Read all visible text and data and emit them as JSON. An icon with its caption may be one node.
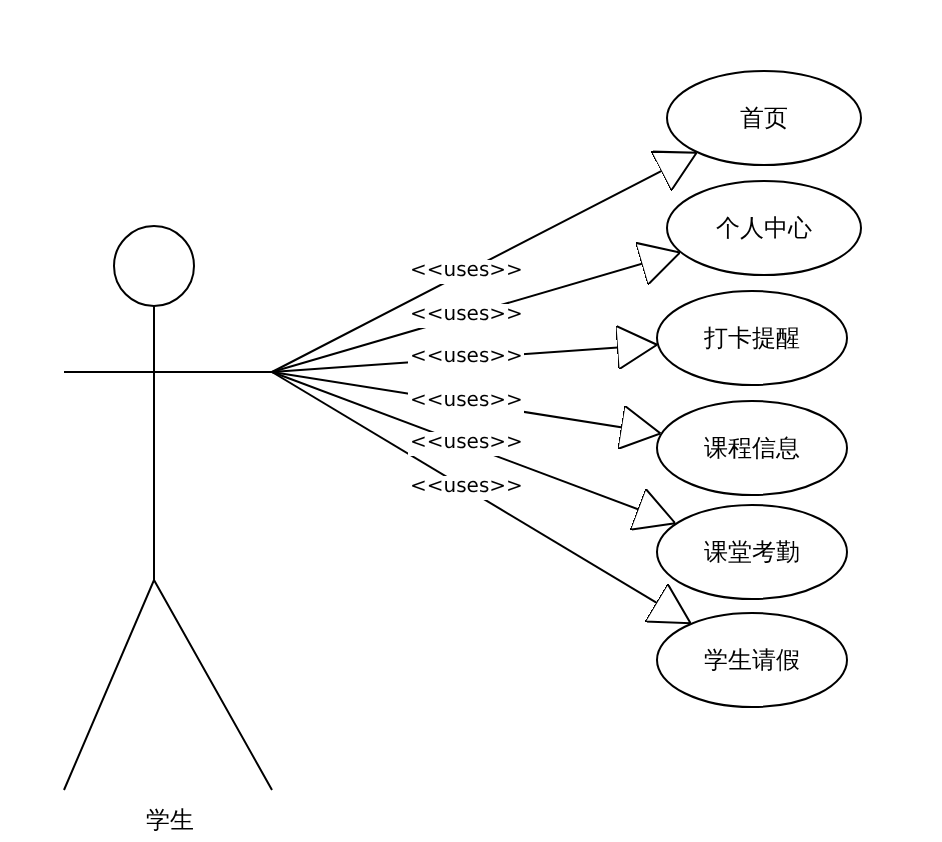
{
  "diagram": {
    "nodes": [
      {
        "text": [
          "学生"
        ]
      },
      {
        "text": [
          "首页"
        ]
      },
      {
        "text": [
          "个人中心"
        ]
      },
      {
        "text": [
          "打卡提醒"
        ]
      },
      {
        "text": [
          "课程信息"
        ]
      },
      {
        "text": [
          "课堂考勤"
        ]
      },
      {
        "text": [
          "学生请假"
        ]
      }
    ],
    "edges": [
      {
        "from": 0,
        "to": 1,
        "arrow": "to",
        "label": "<<uses>>"
      },
      {
        "from": 0,
        "to": 2,
        "arrow": "to",
        "label": "<<uses>>"
      },
      {
        "from": 0,
        "to": 3,
        "arrow": "to",
        "label": "<<uses>>"
      },
      {
        "from": 0,
        "to": 4,
        "arrow": "to",
        "label": "<<uses>>"
      },
      {
        "from": 0,
        "to": 5,
        "arrow": "to",
        "label": "<<uses>>"
      },
      {
        "from": 0,
        "to": 6,
        "arrow": "to",
        "label": "<<uses>>"
      }
    ]
  }
}
